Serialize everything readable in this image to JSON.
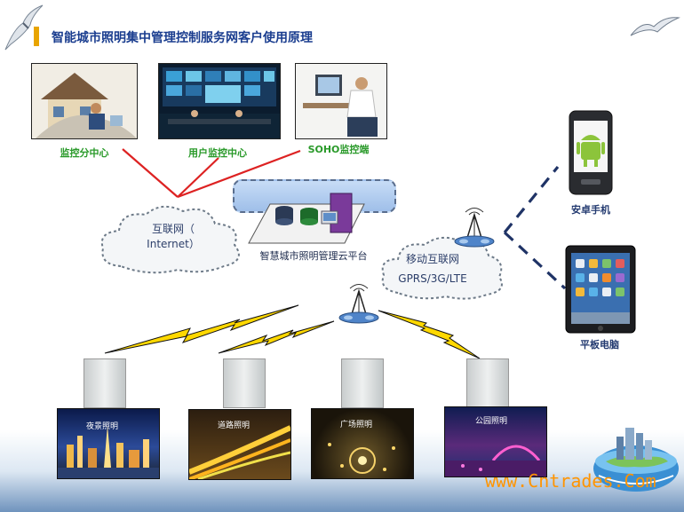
{
  "title": "智能城市照明集中管理控制服务网客户使用原理",
  "terminals": {
    "monitor_branch": "监控分中心",
    "user_monitor": "用户监控中心",
    "soho": "SOHO监控端"
  },
  "internet_cloud": {
    "line1": "互联网（",
    "line2": "Internet）"
  },
  "platform_label": "智慧城市照明管理云平台",
  "mobile_cloud": {
    "line1": "移动互联网",
    "line2": "GPRS/3G/LTE"
  },
  "devices": {
    "android_phone": "安卓手机",
    "tablet": "平板电脑"
  },
  "lighting_scenes": [
    "夜景照明",
    "道路照明",
    "广场照明",
    "公园照明"
  ],
  "watermark": "www.Cntrades.Com",
  "colors": {
    "title": "#1a3d8f",
    "terminal_label": "#2a9a2a",
    "red_link": "#dd2222",
    "wireless_link": "#1f3366",
    "watermark": "#ff9400"
  }
}
